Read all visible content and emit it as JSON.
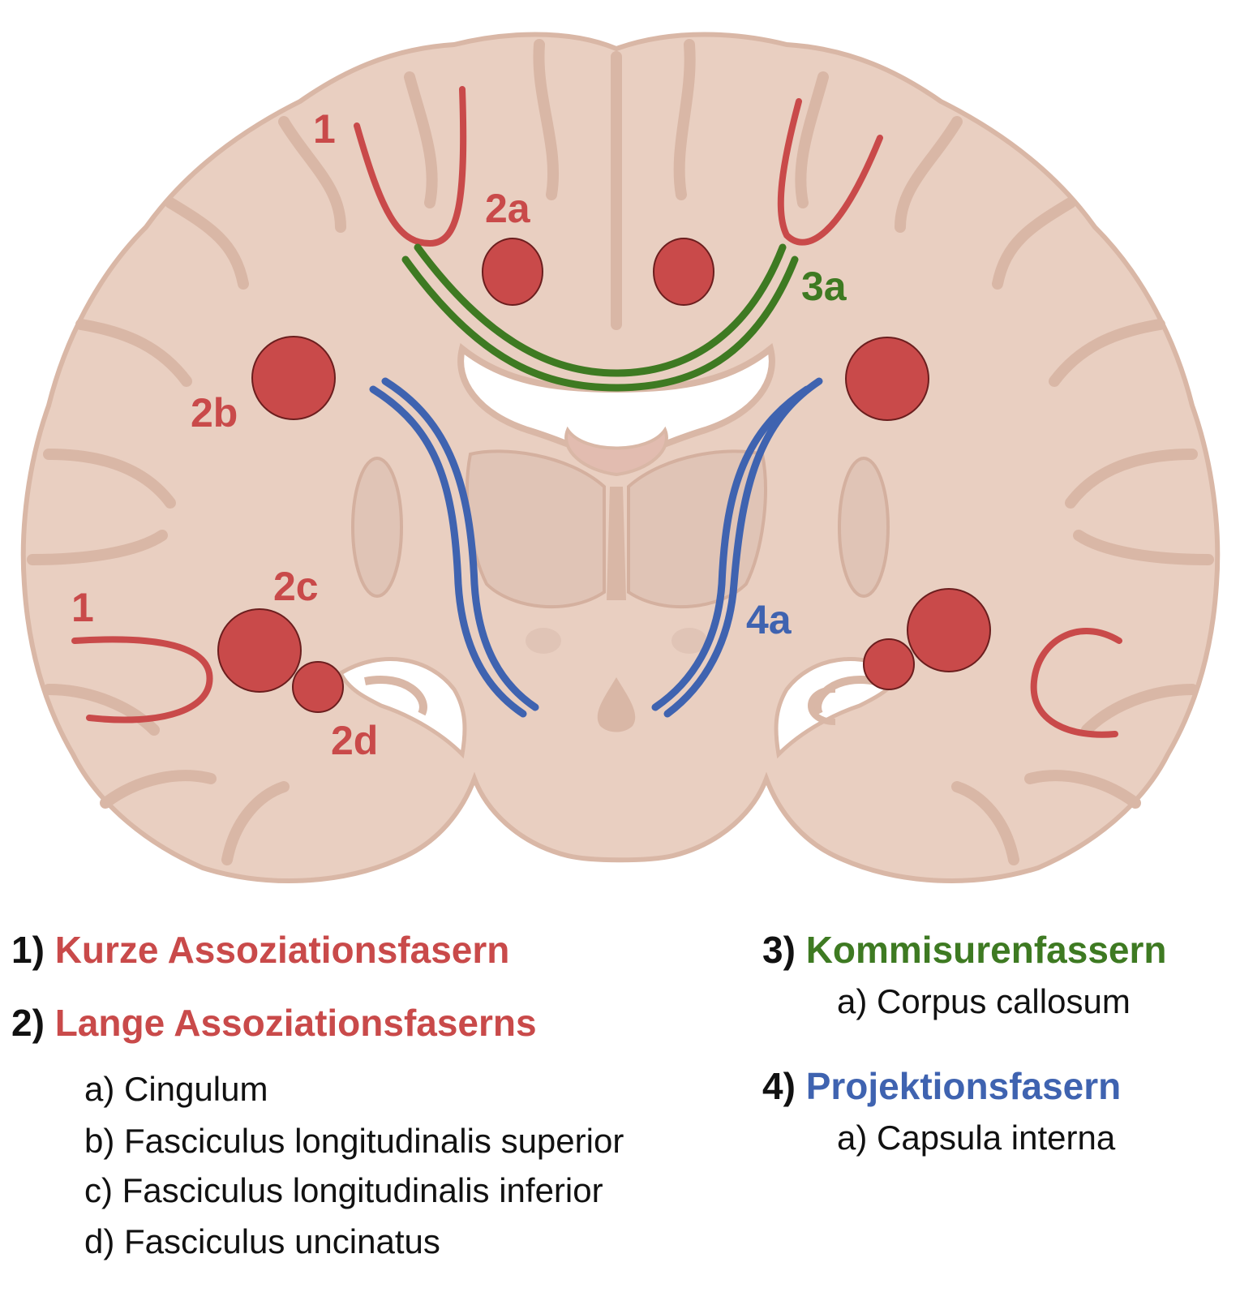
{
  "colors": {
    "red": "#C94A4A",
    "green": "#3E7A22",
    "blue": "#3F63B0",
    "text": "#111111",
    "brain": "#E9CFC1",
    "brain_edge": "#D9B7A6"
  },
  "figure": {
    "labels": {
      "short_1_top": "1",
      "short_1_bottom": "1",
      "cingulum": "2a",
      "slf": "2b",
      "ilf": "2c",
      "uncinatus": "2d",
      "callosum": "3a",
      "capsula": "4a"
    }
  },
  "legend": {
    "g1": {
      "num": "1)",
      "title": "Kurze Assoziationsfasern"
    },
    "g2": {
      "num": "2)",
      "title": "Lange Assoziationsfaserns",
      "items": [
        "a) Cingulum",
        "b) Fasciculus longitudinalis superior",
        "c) Fasciculus longitudinalis inferior",
        "d) Fasciculus uncinatus"
      ]
    },
    "g3": {
      "num": "3)",
      "title": "Kommisurenfassern",
      "items": [
        "a) Corpus callosum"
      ]
    },
    "g4": {
      "num": "4)",
      "title": "Projektionsfasern",
      "items": [
        "a) Capsula interna"
      ]
    }
  }
}
